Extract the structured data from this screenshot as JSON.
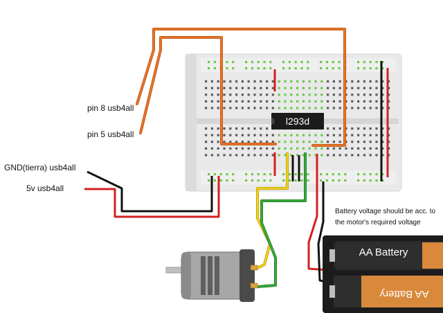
{
  "labels": {
    "pin8": "pin 8 usb4all",
    "pin5": "pin 5 usb4all",
    "gnd": "GND(tierra) usb4all",
    "v5": "5v usb4all"
  },
  "chip": {
    "name": "l293d"
  },
  "battery": {
    "top_label": "AA Battery",
    "bottom_label": "AA Battery",
    "note_line1": "Battery voltage should be acc. to",
    "note_line2": "the motor's required voltage"
  },
  "colors": {
    "orange_wire": "#e8742a",
    "black_wire": "#111111",
    "red_wire": "#d42020",
    "yellow_wire": "#f2d21b",
    "green_wire": "#3aa83a",
    "breadboard": "#e8e8e8",
    "hole_green": "#7fd15a"
  }
}
